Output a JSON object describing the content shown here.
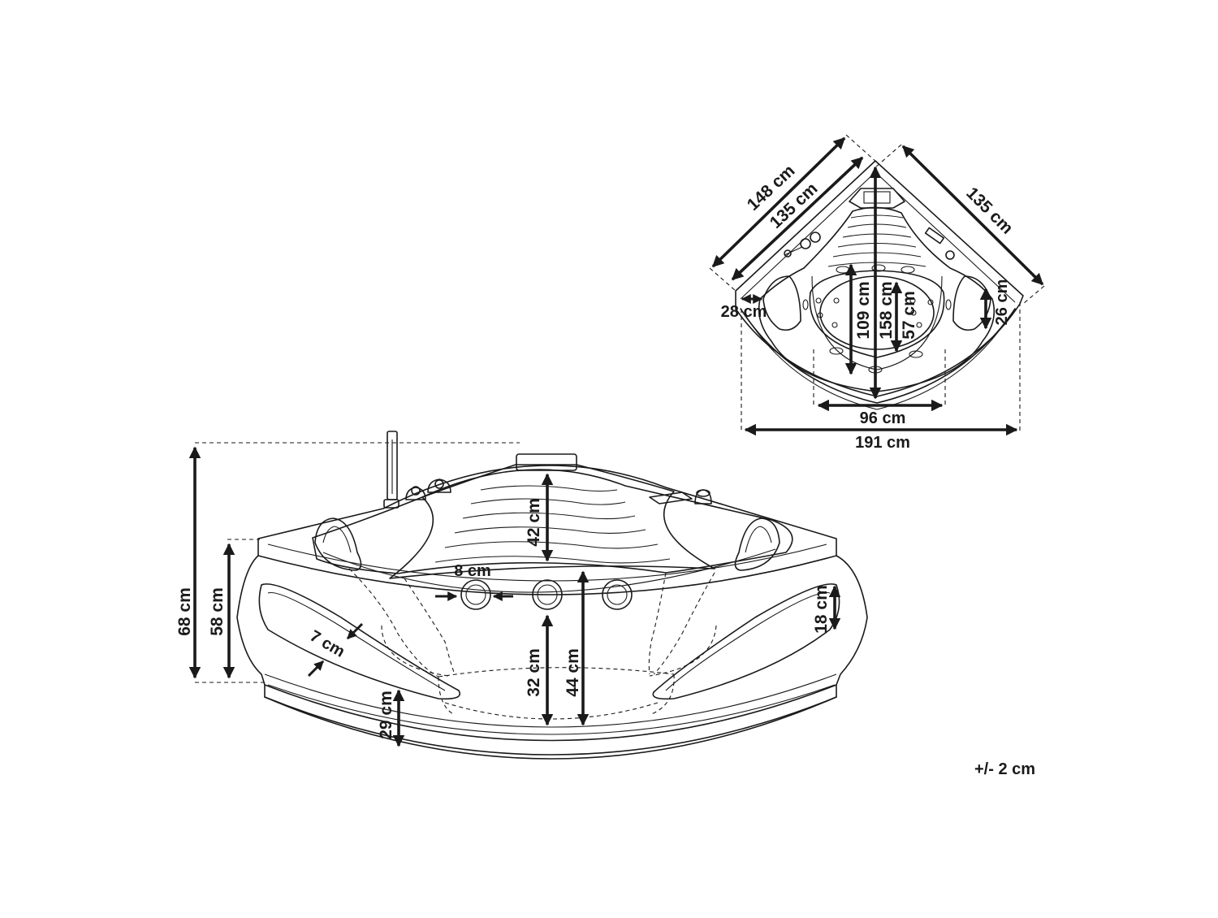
{
  "front_view": {
    "total_height": "68 cm",
    "body_height": "58 cm",
    "headrest_height": "42 cm",
    "jet_diameter": "8 cm",
    "inner_depth": "44 cm",
    "seat_depth": "32 cm",
    "panel_width": "7 cm",
    "side_panel_height": "18 cm",
    "base_height": "29 cm"
  },
  "top_view": {
    "outer_side": "148 cm",
    "inner_side_left": "135 cm",
    "inner_side_right": "135 cm",
    "armrest_left": "28 cm",
    "armrest_right": "26 cm",
    "diagonal_depth": "158 cm",
    "basin_depth": "109 cm",
    "basin_inner": "57 cm",
    "basin_width": "96 cm",
    "total_width": "191 cm"
  },
  "tolerance": "+/- 2 cm",
  "icons": [
    "faucet-icon",
    "hand-shower-icon",
    "jet-icon",
    "headrest-icon",
    "control-panel-icon"
  ]
}
